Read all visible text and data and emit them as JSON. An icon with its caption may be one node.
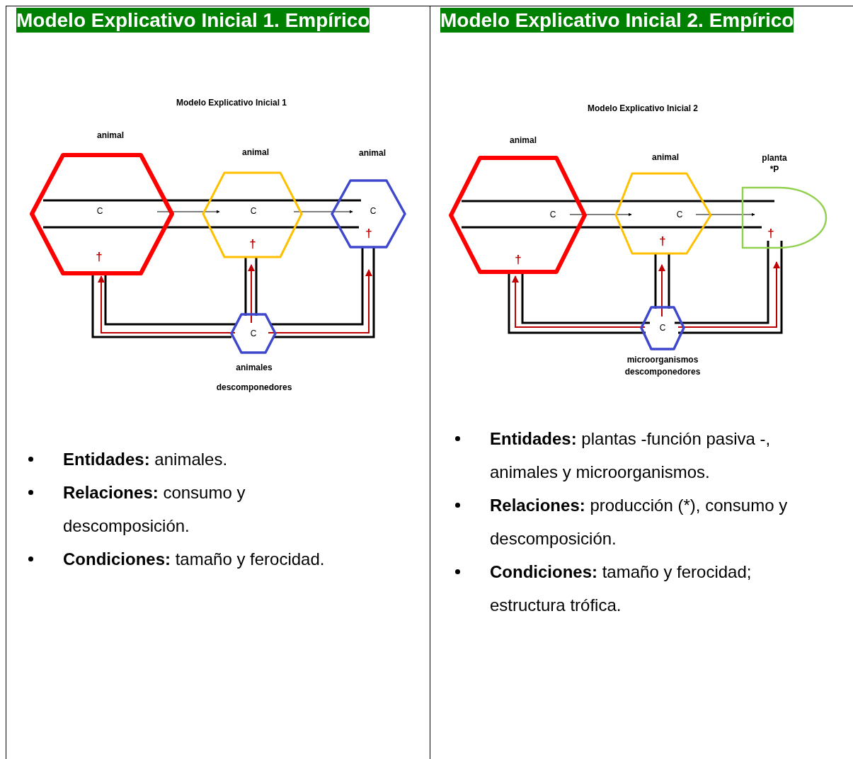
{
  "diagram": {
    "nodes": [
      {
        "text": [
          "Modelo Explicativo Inicial 1. Empírico"
        ]
      },
      {
        "text": [
          "animal",
          "C",
          "†"
        ],
        "in": 0
      },
      {
        "text": [
          "animal",
          "C",
          "†"
        ],
        "in": 0
      },
      {
        "text": [
          "animal",
          "C",
          "†"
        ],
        "in": 0
      },
      {
        "text": [
          "C",
          "animales descomponedores"
        ],
        "in": 0
      },
      {
        "text": [
          "Modelo Explicativo Inicial 2. Empírico"
        ]
      },
      {
        "text": [
          "animal",
          "C",
          "†"
        ],
        "in": 5
      },
      {
        "text": [
          "animal",
          "C",
          "†"
        ],
        "in": 5
      },
      {
        "text": [
          "planta",
          "*P",
          "†"
        ],
        "in": 5
      },
      {
        "text": [
          "C",
          "microorganismos descomponedores"
        ],
        "in": 5
      }
    ],
    "edges": [
      {
        "from": 1,
        "to": 2,
        "arrow": "to",
        "color": "#000000"
      },
      {
        "from": 2,
        "to": 3,
        "arrow": "to",
        "color": "#000000"
      },
      {
        "from": 4,
        "to": 1,
        "arrow": "to"
      },
      {
        "from": 4,
        "to": 2,
        "arrow": "to"
      },
      {
        "from": 4,
        "to": 3,
        "arrow": "to"
      },
      {
        "from": 6,
        "to": 7,
        "arrow": "to",
        "color": "#000000"
      },
      {
        "from": 7,
        "to": 8,
        "arrow": "to",
        "color": "#000000"
      },
      {
        "from": 9,
        "to": 6,
        "arrow": "to"
      },
      {
        "from": 9,
        "to": 7,
        "arrow": "to"
      },
      {
        "from": 9,
        "to": 8,
        "arrow": "to"
      }
    ],
    "labels": [
      "Modelo Explicativo Inicial 1",
      "**Entidades:** animales.",
      "**Relaciones:** consumo y descomposición.",
      "**Condiciones:** tamaño y ferocidad.",
      "Modelo Explicativo Inicial 2",
      "**Entidades:** plantas -función pasiva -, animales y microorganismos.",
      "**Relaciones:** producción (*), consumo y descomposición.",
      "**Condiciones:** tamaño y ferocidad; estructura trófica."
    ]
  }
}
